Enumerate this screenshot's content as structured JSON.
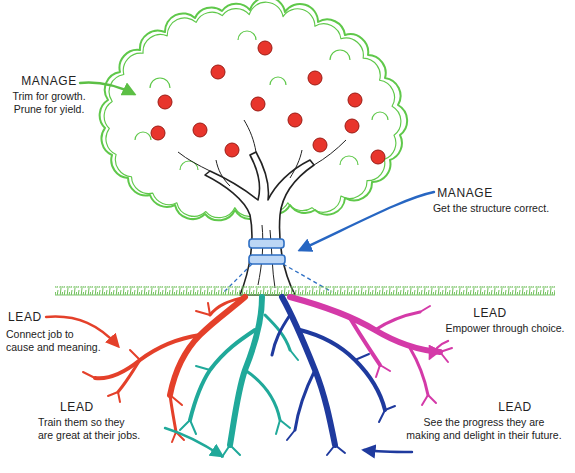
{
  "diagram": {
    "labels": [
      "MANAGE",
      "Trim for growth. Prune for yield.",
      "MANAGE",
      "Get the structure correct.",
      "LEAD",
      "Connect job to cause and meaning.",
      "LEAD",
      "Empower through choice.",
      "LEAD",
      "Train them so they are great at their jobs.",
      "LEAD",
      "See the progress they are making and delight in their future."
    ]
  }
}
